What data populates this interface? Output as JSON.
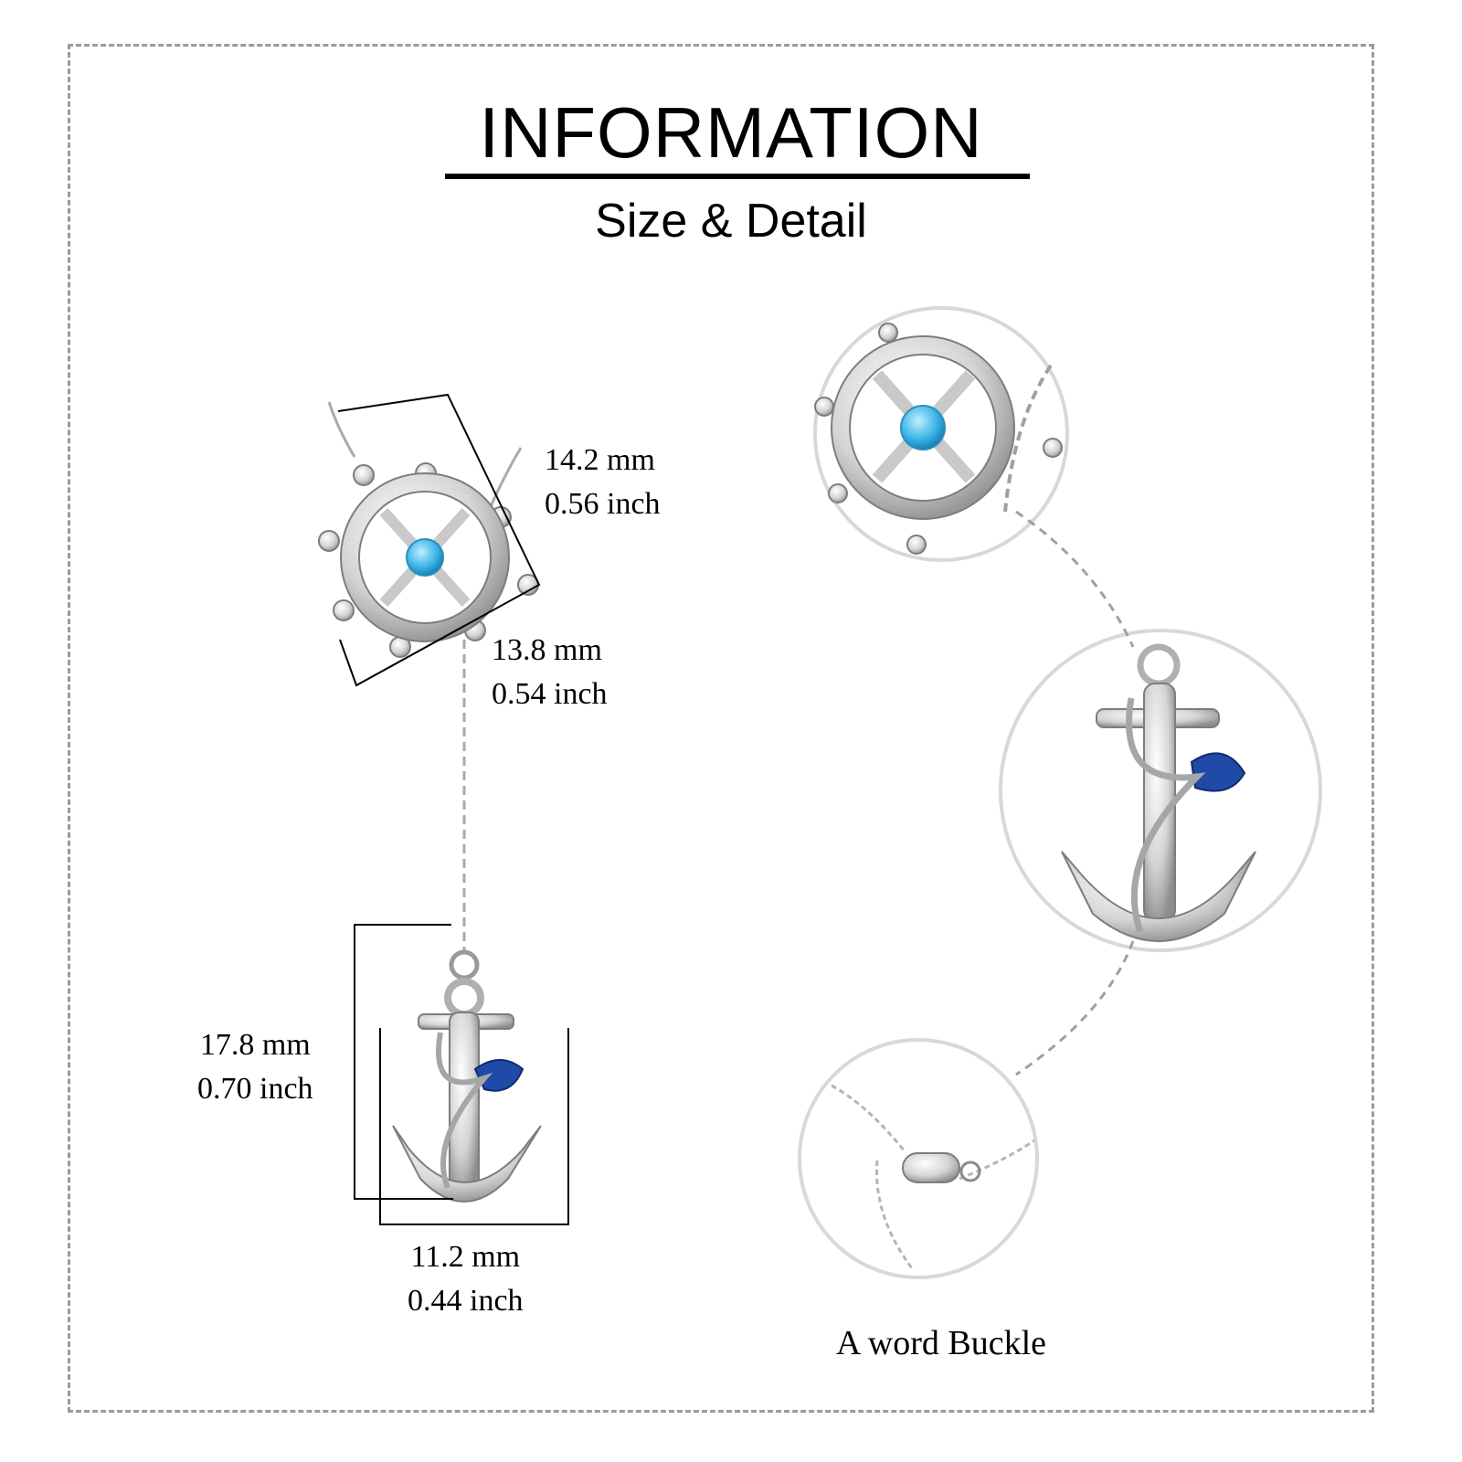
{
  "header": {
    "title": "INFORMATION",
    "subtitle": "Size & Detail"
  },
  "dimensions": {
    "wheel_diagonal": {
      "mm": "14.2 mm",
      "inch": "0.56 inch"
    },
    "wheel_side": {
      "mm": "13.8 mm",
      "inch": "0.54 inch"
    },
    "anchor_height": {
      "mm": "17.8 mm",
      "inch": "0.70 inch"
    },
    "anchor_width": {
      "mm": "11.2 mm",
      "inch": "0.44 inch"
    }
  },
  "details": {
    "buckle_caption": "A word Buckle"
  },
  "colors": {
    "gem_blue": "#3cb4e6",
    "dolphin_blue": "#1f4aa8",
    "silver": "#c8c8c8",
    "frame": "#9a9a9a"
  }
}
